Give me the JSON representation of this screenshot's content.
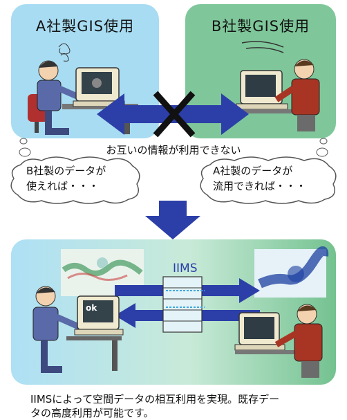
{
  "top": {
    "left_title": "A社製GIS使用",
    "right_title": "B社製GIS使用",
    "problem_text": "お互いの情報が利用できない"
  },
  "clouds": {
    "left_line1": "B社製のデータが",
    "left_line2": "使えれば・・・",
    "right_line1": "A社製のデータが",
    "right_line2": "流用できれば・・・"
  },
  "bottom": {
    "iims_label": "IIMS",
    "monitor_label": "ok"
  },
  "caption": {
    "line1": "IIMSによって空間データの相互利用を実現。既存デー",
    "line2": "タの高度利用が可能です。"
  },
  "colors": {
    "panel_a": "#a8dcf2",
    "panel_b": "#7fc79a",
    "arrow_blue": "#2c3fa8",
    "cross": "#111111"
  }
}
